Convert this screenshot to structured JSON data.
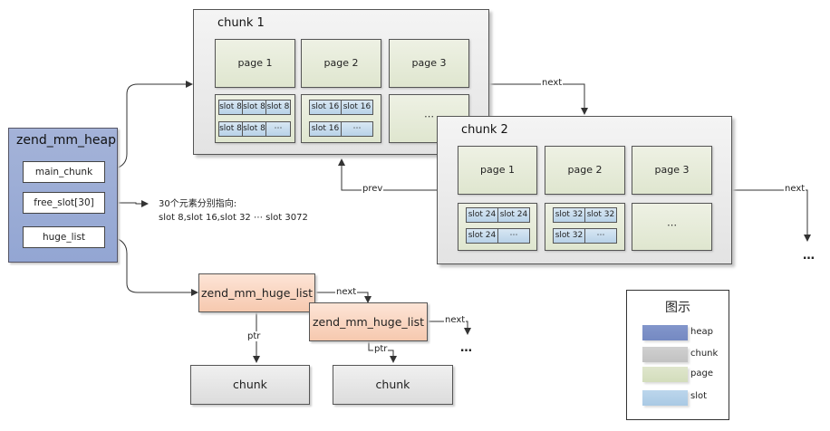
{
  "heap": {
    "title": "zend_mm_heap",
    "fields": [
      "main_chunk",
      "free_slot[30]",
      "huge_list"
    ]
  },
  "free_slot_note": {
    "line1": "30个元素分别指向:",
    "line2": "slot 8,slot 16,slot 32 ⋯ slot 3072"
  },
  "chunk1": {
    "title": "chunk 1",
    "pages": [
      "page 1",
      "page 2",
      "page 3"
    ],
    "slot_group_1": [
      "slot 8",
      "slot 8",
      "slot 8",
      "slot 8",
      "slot 8",
      "⋯"
    ],
    "slot_group_2": [
      "slot 16",
      "slot 16",
      "slot 16",
      "⋯"
    ],
    "ellipsis": "⋯"
  },
  "chunk2": {
    "title": "chunk 2",
    "pages": [
      "page 1",
      "page 2",
      "page 3"
    ],
    "slot_group_1": [
      "slot 24",
      "slot 24",
      "slot 24",
      "⋯"
    ],
    "slot_group_2": [
      "slot 32",
      "slot 32",
      "slot 32",
      "⋯"
    ],
    "ellipsis": "⋯"
  },
  "huge_list": {
    "node_label": "zend_mm_huge_list",
    "chunk_label": "chunk"
  },
  "edge_labels": {
    "next": "next",
    "prev": "prev",
    "ptr": "ptr",
    "ellipsis": "…"
  },
  "legend": {
    "title": "图示",
    "items": [
      {
        "label": "heap",
        "color": "#7e93c8"
      },
      {
        "label": "chunk",
        "color": "#c8c8c8"
      },
      {
        "label": "page",
        "color": "#d8e2c3"
      },
      {
        "label": "slot",
        "color": "#b2d0e8"
      }
    ]
  }
}
